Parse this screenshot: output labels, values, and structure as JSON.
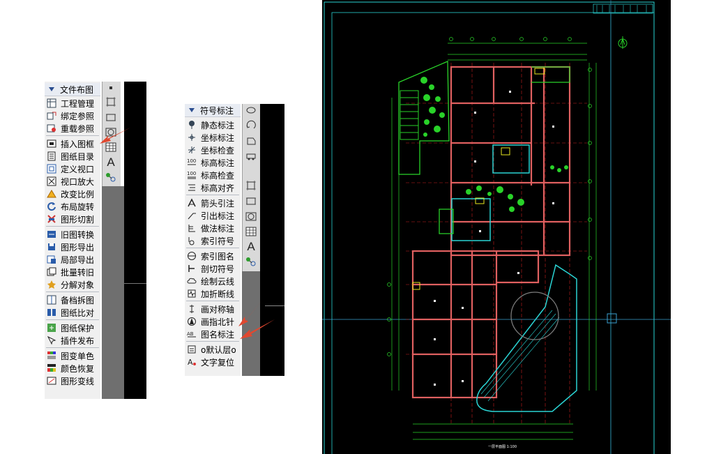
{
  "menu1": {
    "header": "文件布图",
    "items": [
      {
        "label": "工程管理",
        "icon": "project-icon"
      },
      {
        "label": "绑定参照",
        "icon": "bind-ref-icon"
      },
      {
        "label": "重载参照",
        "icon": "reload-ref-icon"
      },
      {
        "label": "插入图框",
        "icon": "insert-frame-icon"
      },
      {
        "label": "图纸目录",
        "icon": "catalog-icon"
      },
      {
        "label": "定义视口",
        "icon": "viewport-icon"
      },
      {
        "label": "视口放大",
        "icon": "zoom-viewport-icon"
      },
      {
        "label": "改变比例",
        "icon": "scale-icon"
      },
      {
        "label": "布局旋转",
        "icon": "rotate-icon"
      },
      {
        "label": "图形切割",
        "icon": "cut-icon"
      },
      {
        "label": "旧图转换",
        "icon": "convert-icon"
      },
      {
        "label": "图形导出",
        "icon": "export-icon"
      },
      {
        "label": "局部导出",
        "icon": "partial-export-icon"
      },
      {
        "label": "批量转旧",
        "icon": "batch-icon"
      },
      {
        "label": "分解对象",
        "icon": "explode-icon"
      },
      {
        "label": "备档拆图",
        "icon": "split-icon"
      },
      {
        "label": "图纸比对",
        "icon": "compare-icon"
      },
      {
        "label": "图纸保护",
        "icon": "protect-icon"
      },
      {
        "label": "插件发布",
        "icon": "publish-icon"
      },
      {
        "label": "图变单色",
        "icon": "mono-icon"
      },
      {
        "label": "颜色恢复",
        "icon": "color-restore-icon"
      },
      {
        "label": "图形变线",
        "icon": "to-line-icon"
      }
    ]
  },
  "menu2": {
    "header": "符号标注",
    "items": [
      {
        "label": "静态标注",
        "icon": "static-mark-icon"
      },
      {
        "label": "坐标标注",
        "icon": "coord-mark-icon"
      },
      {
        "label": "坐标检查",
        "icon": "coord-check-icon"
      },
      {
        "label": "标高标注",
        "icon": "elevation-mark-icon"
      },
      {
        "label": "标高检查",
        "icon": "elevation-check-icon"
      },
      {
        "label": "标高对齐",
        "icon": "elevation-align-icon"
      },
      {
        "label": "箭头引注",
        "icon": "arrow-note-icon"
      },
      {
        "label": "引出标注",
        "icon": "leader-icon"
      },
      {
        "label": "做法标注",
        "icon": "method-icon"
      },
      {
        "label": "索引符号",
        "icon": "index-symbol-icon"
      },
      {
        "label": "索引图名",
        "icon": "index-name-icon"
      },
      {
        "label": "剖切符号",
        "icon": "section-icon"
      },
      {
        "label": "绘制云线",
        "icon": "cloud-icon"
      },
      {
        "label": "加折断线",
        "icon": "break-line-icon"
      },
      {
        "label": "画对称轴",
        "icon": "symmetry-icon"
      },
      {
        "label": "画指北针",
        "icon": "north-arrow-icon"
      },
      {
        "label": "图名标注",
        "icon": "title-mark-icon"
      },
      {
        "label": "o默认层o",
        "icon": "default-layer-icon"
      },
      {
        "label": "文字复位",
        "icon": "text-reset-icon"
      }
    ]
  },
  "toolstrip_text_label": "A",
  "drawing": {
    "title_label": "一层平面图 1:100"
  },
  "colors": {
    "cad_bg": "#000000",
    "wall": "#e06060",
    "green": "#29d229",
    "cyan": "#2ad4d4",
    "red_axis": "#c81e1e",
    "yellow": "#e8e820",
    "arrow": "#e04830"
  }
}
